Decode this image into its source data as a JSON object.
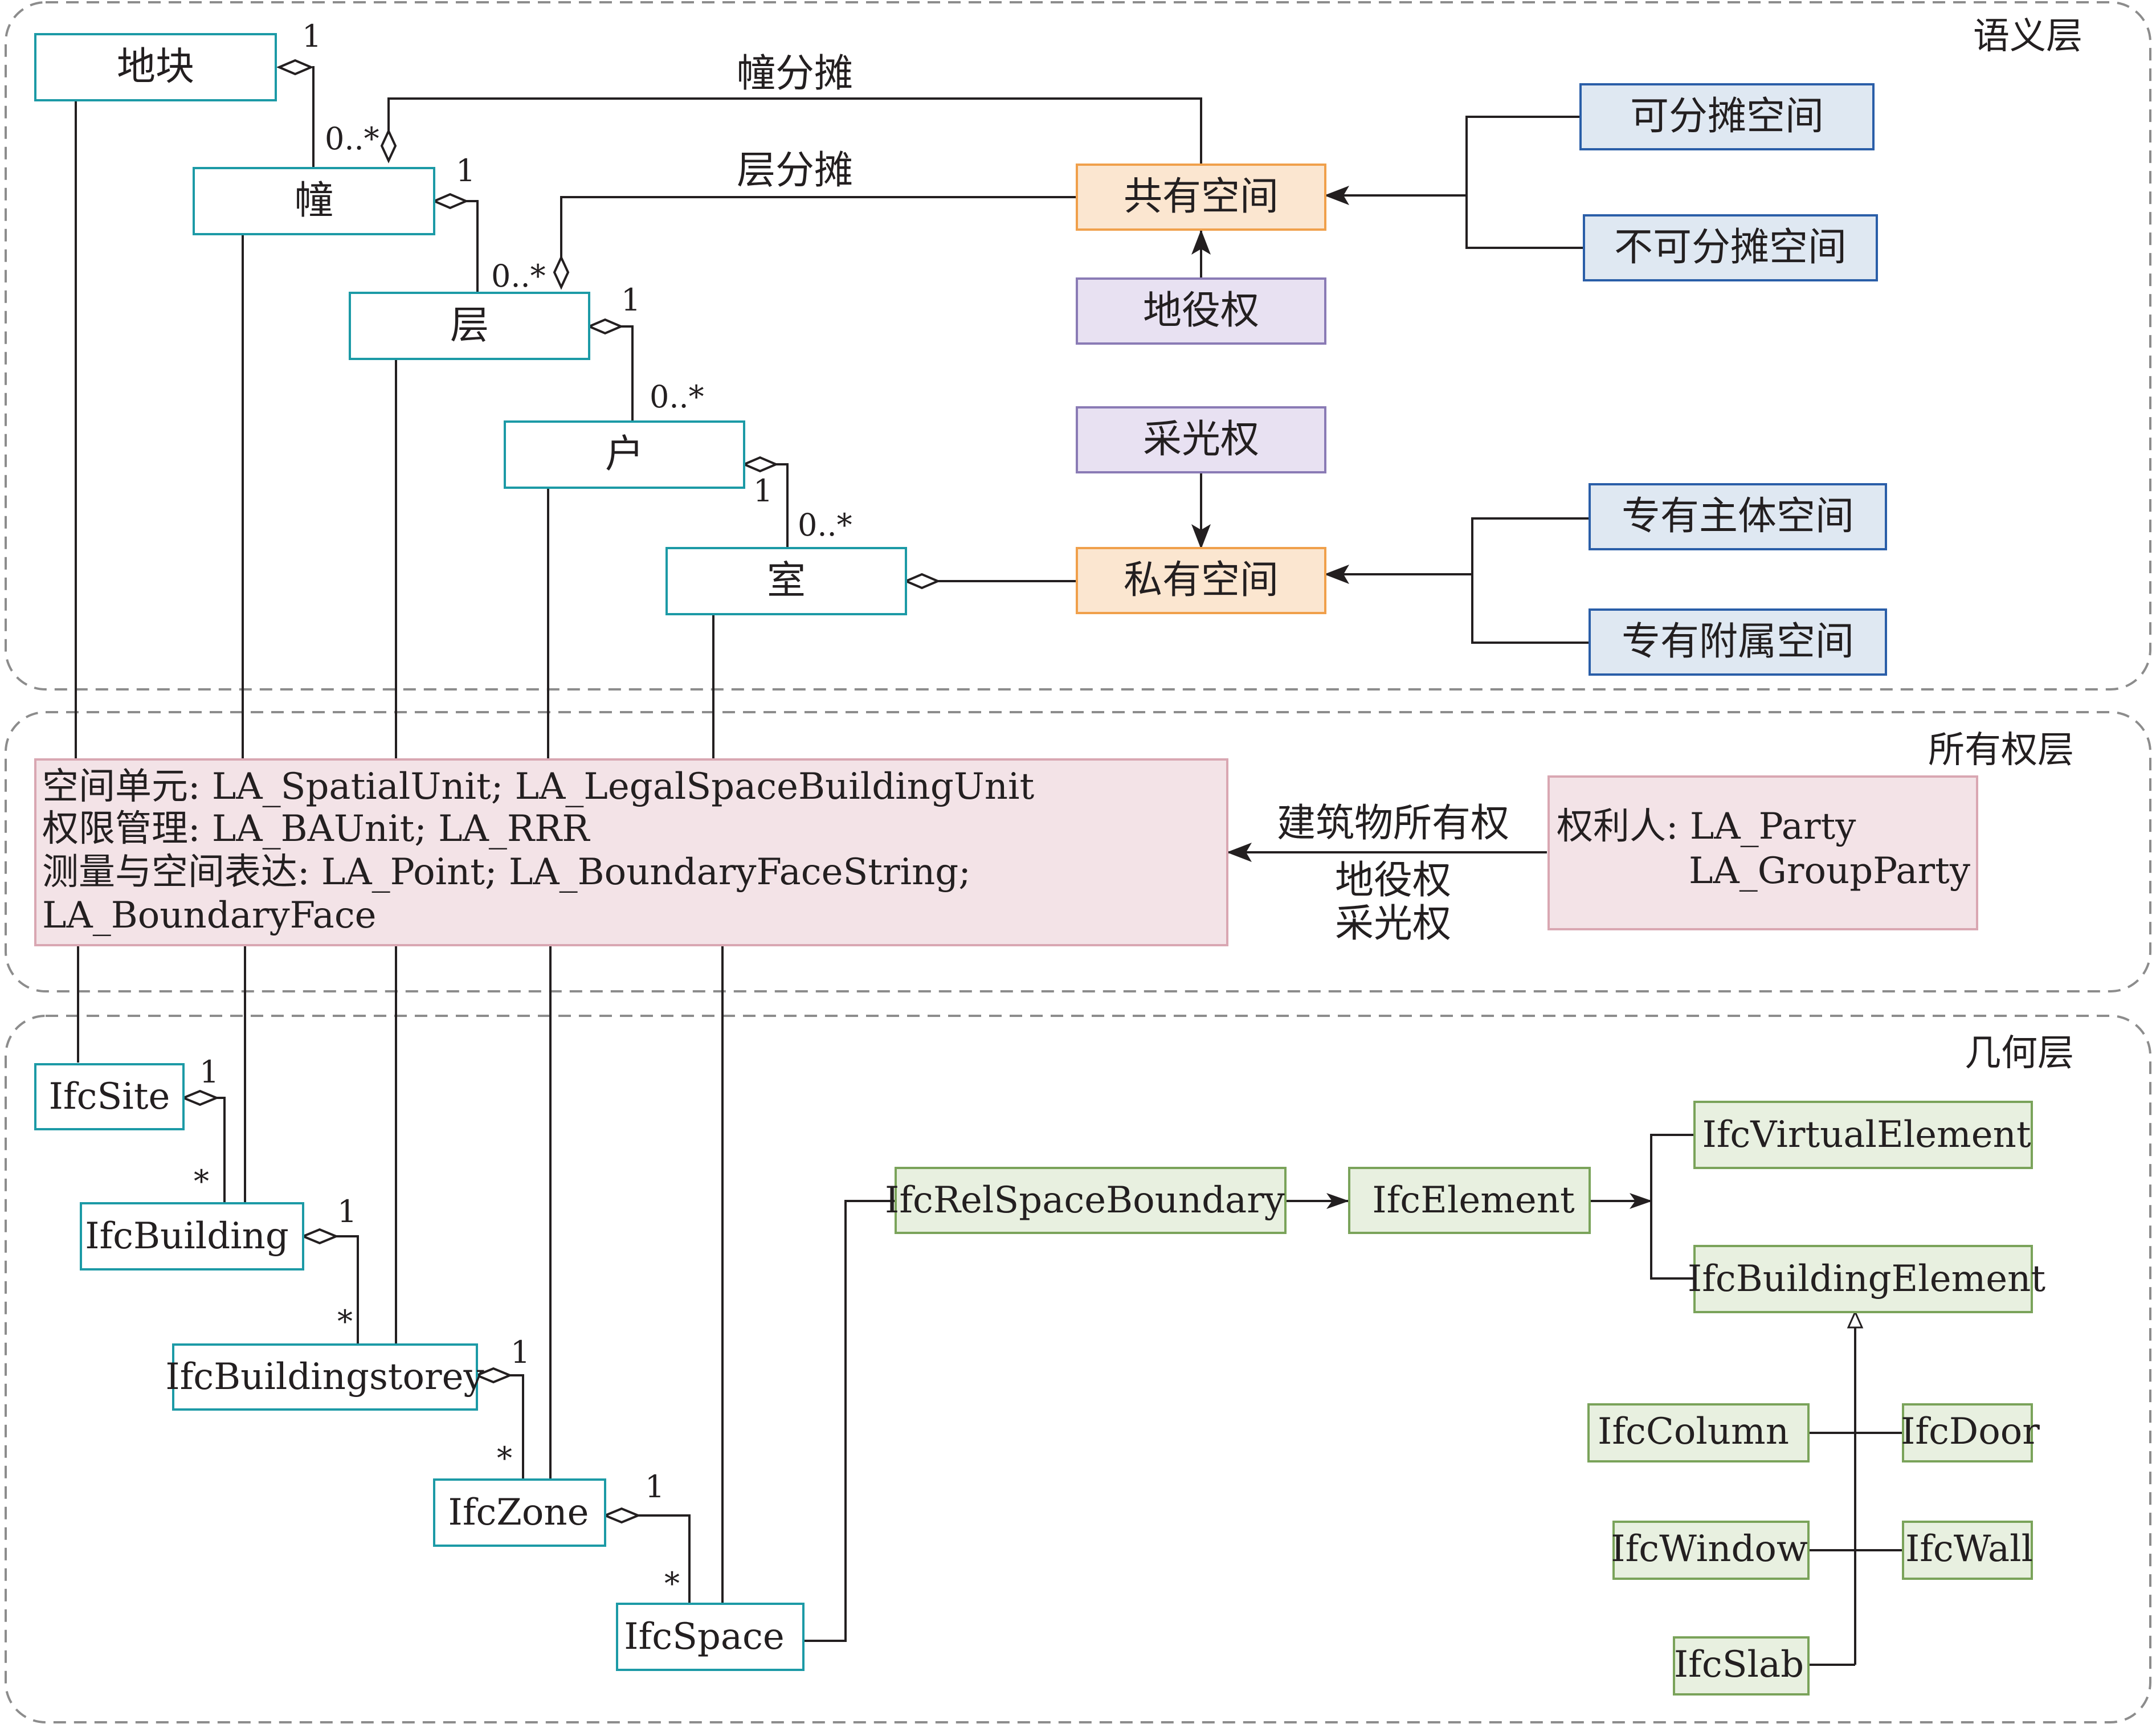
{
  "layers": {
    "semantic": "语义层",
    "ownership": "所有权层",
    "geometry": "几何层"
  },
  "semantic": {
    "parcel": "地块",
    "building": "幢",
    "floor": "层",
    "household": "户",
    "room": "室",
    "shared_space": "共有空间",
    "private_space": "私有空间",
    "easement": "地役权",
    "light_right": "采光权",
    "apportionable": "可分摊空间",
    "non_apportionable": "不可分摊空间",
    "exclusive_main": "专有主体空间",
    "exclusive_attached": "专有附属空间",
    "building_apportion": "幢分摊",
    "floor_apportion": "层分摊"
  },
  "ownership": {
    "ladm_lines": [
      "空间单元: LA_SpatialUnit; LA_LegalSpaceBuildingUnit",
      "权限管理: LA_BAUnit;  LA_RRR",
      "测量与空间表达: LA_Point;  LA_BoundaryFaceString;",
      "LA_BoundaryFace"
    ],
    "party_line1": "权利人: LA_Party",
    "party_line2": "LA_GroupParty",
    "relation_labels": [
      "建筑物所有权",
      "地役权",
      "采光权"
    ]
  },
  "geometry": {
    "site": "IfcSite",
    "building": "IfcBuilding",
    "storey": "IfcBuildingstorey",
    "zone": "IfcZone",
    "space": "IfcSpace",
    "rel_space_boundary": "IfcRelSpaceBoundary",
    "element": "IfcElement",
    "virtual_element": "IfcVirtualElement",
    "building_element": "IfcBuildingElement",
    "column": "IfcColumn",
    "door": "IfcDoor",
    "window": "IfcWindow",
    "wall": "IfcWall",
    "slab": "IfcSlab"
  },
  "multiplicity": {
    "one": "1",
    "zero_many": "0..*",
    "many": "*"
  },
  "colors": {
    "teal_border": "#1c9aa6",
    "orange_fill": "#fbe6d0",
    "orange_border": "#f0a04b",
    "purple_fill": "#e8e1f2",
    "purple_border": "#8a7bb5",
    "blue_fill": "#dfe8f2",
    "blue_border": "#2a5ea8",
    "pink_fill": "#f3e3e7",
    "pink_border": "#d9a7b2",
    "green_fill": "#e8f0e0",
    "green_border": "#7aa35a",
    "line": "#231f20",
    "dash": "#8c8c8c"
  }
}
